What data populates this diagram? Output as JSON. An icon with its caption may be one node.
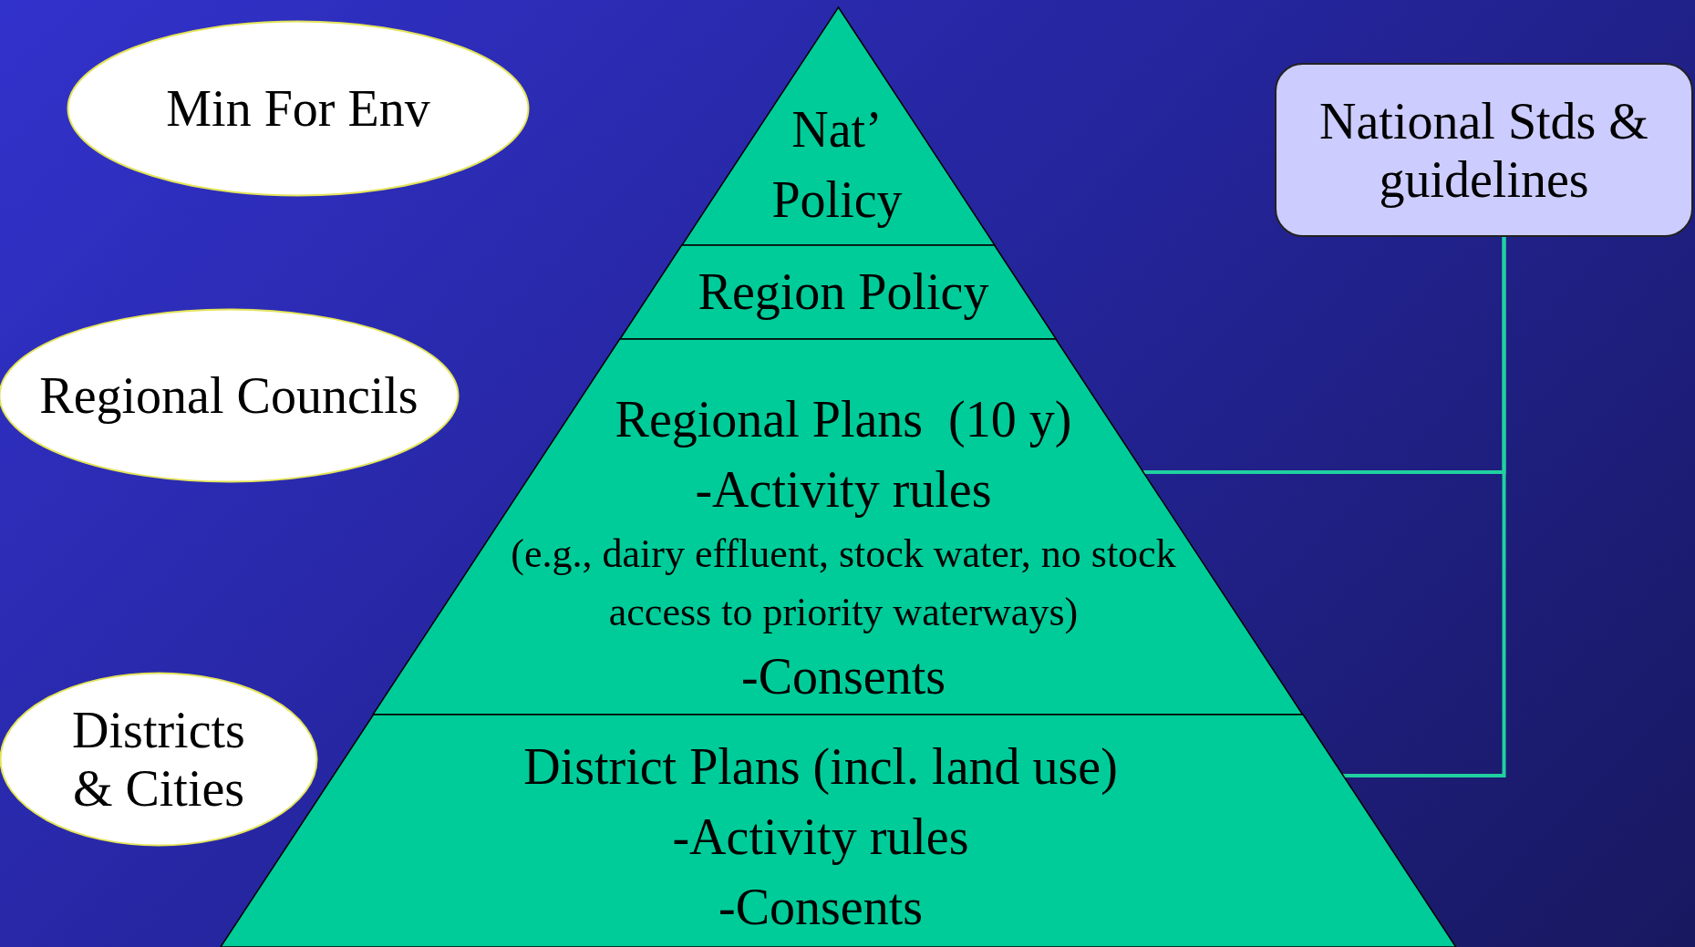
{
  "diagram": {
    "nodes": [
      {
        "text": [
          "Min For Env"
        ]
      },
      {
        "text": [
          "Regional Councils"
        ]
      },
      {
        "text": [
          "Districts & Cities"
        ]
      },
      {
        "text": [
          "Nat’ Policy"
        ]
      },
      {
        "text": [
          "Region Policy"
        ]
      },
      {
        "text": [
          "Regional Plans  (10 y)",
          "-Activity rules",
          "(e.g., dairy effluent, stock water, no stock access to priority waterways)",
          "-Consents"
        ]
      },
      {
        "text": [
          "District Plans (incl. land use)",
          "-Activity rules",
          "-Consents"
        ]
      },
      {
        "text": [
          "National Stds & guidelines"
        ]
      }
    ],
    "edges": [
      {
        "from": 7,
        "to": 5,
        "arrow": "none"
      },
      {
        "from": 7,
        "to": 6,
        "arrow": "none"
      }
    ]
  }
}
